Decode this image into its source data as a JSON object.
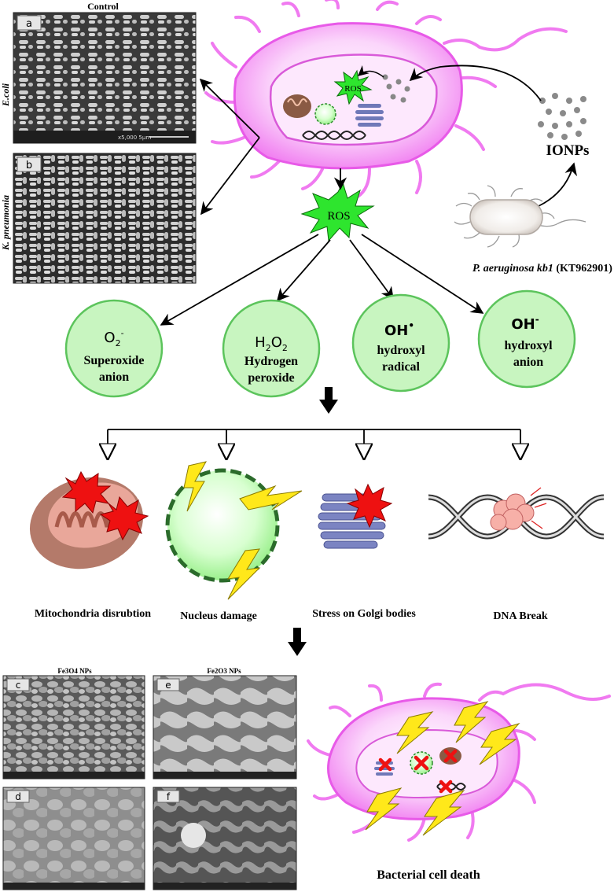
{
  "control_title": "Control",
  "control_panels": [
    {
      "letter": "a",
      "organism": "E.coli",
      "scale_text": "x5,000  5μm"
    },
    {
      "letter": "b",
      "organism": "K. pneumonia"
    }
  ],
  "ros_small_label": "ROS",
  "ros_center_label": "ROS",
  "ionps_label": "IONPs",
  "source_bacterium": {
    "name_italic": "P. aeruginosa kb1",
    "accession": "(KT962901)"
  },
  "ros_species": [
    {
      "formula": "O",
      "sub": "2",
      "sup": "-",
      "name_lines": [
        "Superoxide",
        "anion"
      ]
    },
    {
      "formula": "H",
      "sub": "2",
      "mid": "O",
      "sub2": "2",
      "name_lines": [
        "Hydrogen",
        "peroxide"
      ]
    },
    {
      "formula": "OH",
      "sup": "•",
      "name_lines": [
        "hydroxyl",
        "radical"
      ]
    },
    {
      "formula": "OH",
      "sup": "-",
      "name_lines": [
        "hydroxyl",
        "anion"
      ]
    }
  ],
  "effects": [
    "Mitochondria disrubtion",
    "Nucleus damage",
    "Stress on Golgi bodies",
    "DNA Break"
  ],
  "np_panels": {
    "fe3o4_title": "Fe3O4 NPs",
    "fe2o3_title": "Fe2O3 NPs",
    "letters": [
      "c",
      "d",
      "e",
      "f"
    ]
  },
  "death_label": "Bacterial cell death",
  "colors": {
    "cell_pink": "#f07af0",
    "cell_inner": "#fbd6fb",
    "ros_green": "#2ee52e",
    "circle_fill": "#c8f5c0",
    "circle_stroke": "#5cc45c",
    "bolt_yellow": "#ffe81a",
    "star_red": "#ee1111",
    "golgi_blue": "#7b84c2",
    "mito_brown": "#b47a6a"
  }
}
